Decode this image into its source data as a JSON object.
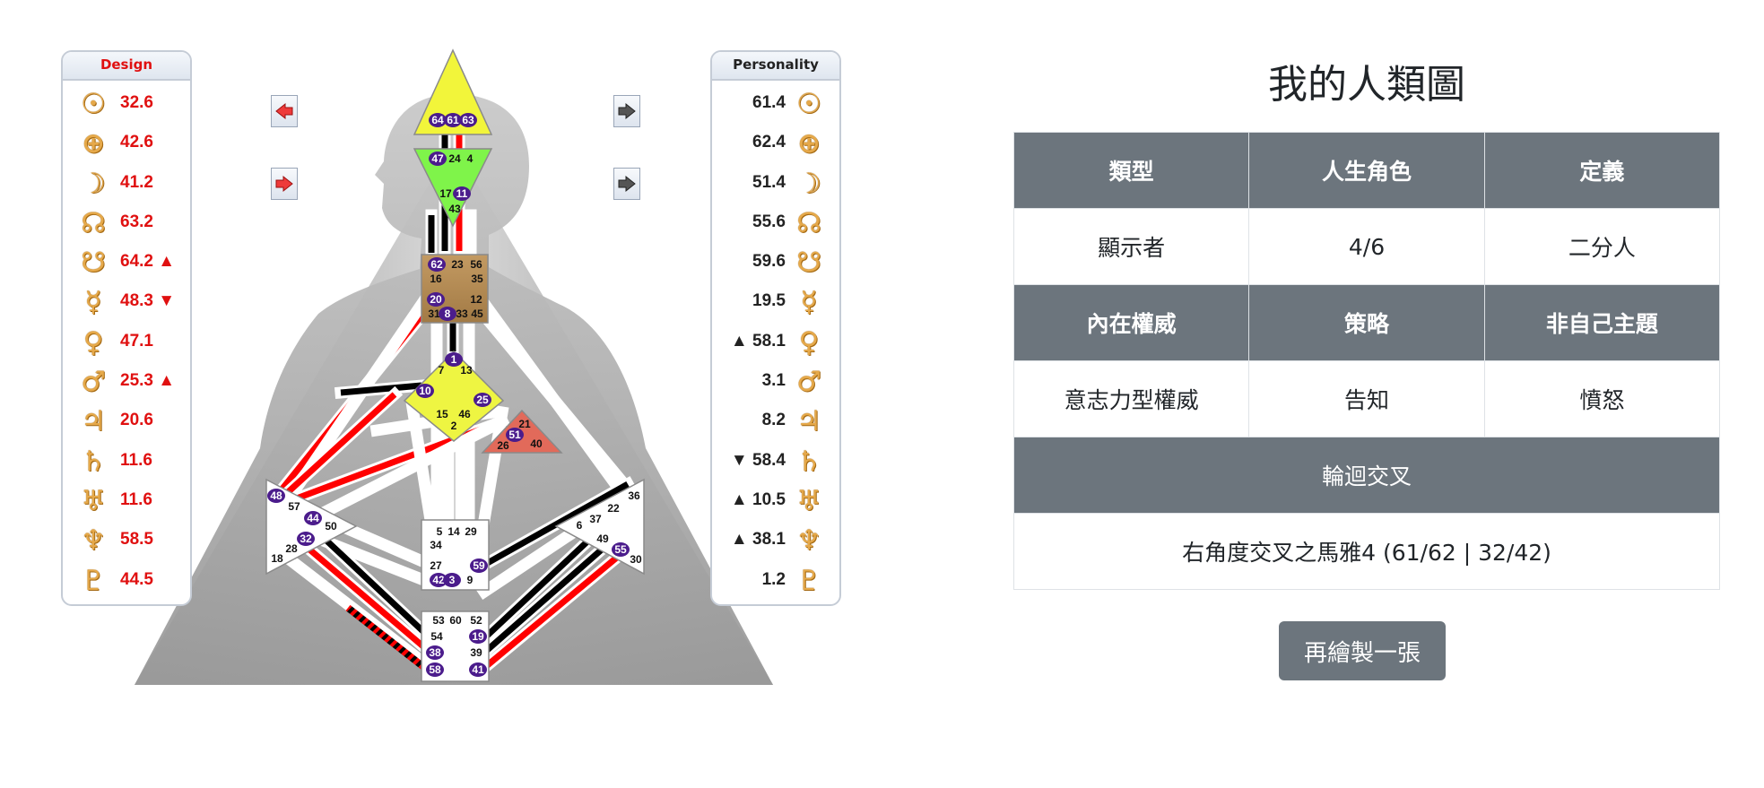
{
  "design_panel": {
    "title": "Design",
    "rows": [
      {
        "symbol": "sun-icon",
        "glyph": "☉",
        "value": "32.6"
      },
      {
        "symbol": "earth-icon",
        "glyph": "⊕",
        "value": "42.6"
      },
      {
        "symbol": "moon-icon",
        "glyph": "☽",
        "value": "41.2"
      },
      {
        "symbol": "north-node-icon",
        "glyph": "☊",
        "value": "63.2"
      },
      {
        "symbol": "south-node-icon",
        "glyph": "☋",
        "value": "64.2 ▲"
      },
      {
        "symbol": "mercury-icon",
        "glyph": "☿",
        "value": "48.3 ▼"
      },
      {
        "symbol": "venus-icon",
        "glyph": "♀",
        "value": "47.1"
      },
      {
        "symbol": "mars-icon",
        "glyph": "♂",
        "value": "25.3 ▲"
      },
      {
        "symbol": "jupiter-icon",
        "glyph": "♃",
        "value": "20.6"
      },
      {
        "symbol": "saturn-icon",
        "glyph": "♄",
        "value": "11.6"
      },
      {
        "symbol": "uranus-icon",
        "glyph": "♅",
        "value": "11.6"
      },
      {
        "symbol": "neptune-icon",
        "glyph": "♆",
        "value": "58.5"
      },
      {
        "symbol": "pluto-icon",
        "glyph": "♇",
        "value": "44.5"
      }
    ]
  },
  "personality_panel": {
    "title": "Personality",
    "rows": [
      {
        "symbol": "sun-icon",
        "glyph": "☉",
        "value": "61.4"
      },
      {
        "symbol": "earth-icon",
        "glyph": "⊕",
        "value": "62.4"
      },
      {
        "symbol": "moon-icon",
        "glyph": "☽",
        "value": "51.4"
      },
      {
        "symbol": "north-node-icon",
        "glyph": "☊",
        "value": "55.6"
      },
      {
        "symbol": "south-node-icon",
        "glyph": "☋",
        "value": "59.6"
      },
      {
        "symbol": "mercury-icon",
        "glyph": "☿",
        "value": "19.5"
      },
      {
        "symbol": "venus-icon",
        "glyph": "♀",
        "value": "▲ 58.1"
      },
      {
        "symbol": "mars-icon",
        "glyph": "♂",
        "value": "3.1"
      },
      {
        "symbol": "jupiter-icon",
        "glyph": "♃",
        "value": "8.2"
      },
      {
        "symbol": "saturn-icon",
        "glyph": "♄",
        "value": "▼ 58.4"
      },
      {
        "symbol": "uranus-icon",
        "glyph": "♅",
        "value": "▲ 10.5"
      },
      {
        "symbol": "neptune-icon",
        "glyph": "♆",
        "value": "▲ 38.1"
      },
      {
        "symbol": "pluto-icon",
        "glyph": "♇",
        "value": "1.2"
      }
    ]
  },
  "nav_buttons": {
    "left_top": "arrow-left-icon",
    "left_bottom": "arrow-right-icon",
    "right_top": "arrow-right-icon",
    "right_bottom": "arrow-right-icon"
  },
  "bodygraph": {
    "colors": {
      "design": "#ff0000",
      "personality": "#000000",
      "active_gate": "#4b1c8c"
    },
    "centers": {
      "head": {
        "color": "#f2f53a",
        "gates": [
          "64",
          "61",
          "63"
        ],
        "active": [
          "64",
          "61",
          "63"
        ]
      },
      "ajna": {
        "color": "#7ff44a",
        "gates": [
          "47",
          "24",
          "4",
          "17",
          "11",
          "43"
        ],
        "active": [
          "47",
          "11"
        ]
      },
      "throat": {
        "color": "#b08850",
        "gates": [
          "62",
          "23",
          "56",
          "16",
          "35",
          "20",
          "12",
          "31",
          "8",
          "33",
          "45"
        ],
        "active": [
          "62",
          "20",
          "8"
        ]
      },
      "g": {
        "color": "#eef542",
        "gates": [
          "1",
          "7",
          "13",
          "10",
          "25",
          "15",
          "46",
          "2"
        ],
        "active": [
          "1",
          "10",
          "25"
        ]
      },
      "ego": {
        "color": "#e26a5a",
        "gates": [
          "21",
          "51",
          "26",
          "40"
        ],
        "active": [
          "51"
        ]
      },
      "spleen": {
        "color": "#ffffff",
        "gates": [
          "48",
          "57",
          "44",
          "50",
          "32",
          "28",
          "18"
        ],
        "active": [
          "48",
          "44",
          "32"
        ]
      },
      "sacral": {
        "color": "#ffffff",
        "gates": [
          "5",
          "14",
          "29",
          "34",
          "27",
          "59",
          "42",
          "3",
          "9"
        ],
        "active": [
          "59",
          "42",
          "3"
        ]
      },
      "solar_plexus": {
        "color": "#ffffff",
        "gates": [
          "36",
          "22",
          "37",
          "6",
          "49",
          "55",
          "30"
        ],
        "active": [
          "55"
        ]
      },
      "root": {
        "color": "#ffffff",
        "gates": [
          "53",
          "60",
          "52",
          "54",
          "19",
          "38",
          "39",
          "58",
          "41"
        ],
        "active": [
          "19",
          "38",
          "58",
          "41"
        ]
      }
    }
  },
  "title": "我的人類圖",
  "table": {
    "headers1": [
      "類型",
      "人生角色",
      "定義"
    ],
    "row1": [
      "顯示者",
      "4/6",
      "二分人"
    ],
    "headers2": [
      "內在權威",
      "策略",
      "非自己主題"
    ],
    "row2": [
      "意志力型權威",
      "告知",
      "憤怒"
    ],
    "cross_header": "輪迴交叉",
    "cross_value": "右角度交叉之馬雅4 (61/62 | 32/42)"
  },
  "redraw_button": "再繪製一張"
}
